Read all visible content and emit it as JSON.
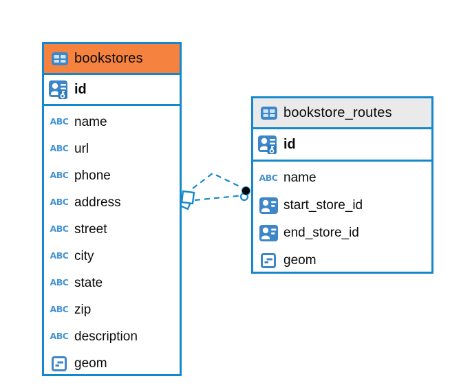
{
  "diagram": {
    "type": "entity-relationship",
    "background": "#ffffff"
  },
  "colors": {
    "table_border": "#1588cb",
    "bookstores_header_bg": "#f5823e",
    "routes_header_bg": "#eaeaea",
    "icon_blue": "#3d87c8",
    "icon_cell_light": "#cfe3f5",
    "abc_text_blue": "#4593d2",
    "relation_line_blue": "#1588cb",
    "relation_dot_black": "#000000",
    "text_color": "#0a0a0a"
  },
  "icons": {
    "text_type_glyph": "ABC"
  },
  "tables": [
    {
      "title": "bookstores",
      "header_style": "orange",
      "keys": [
        {
          "name": "id",
          "type": "pk"
        }
      ],
      "columns": [
        {
          "name": "name",
          "type": "text"
        },
        {
          "name": "url",
          "type": "text"
        },
        {
          "name": "phone",
          "type": "text"
        },
        {
          "name": "address",
          "type": "text"
        },
        {
          "name": "street",
          "type": "text"
        },
        {
          "name": "city",
          "type": "text"
        },
        {
          "name": "state",
          "type": "text"
        },
        {
          "name": "zip",
          "type": "text"
        },
        {
          "name": "description",
          "type": "text"
        },
        {
          "name": "geom",
          "type": "geometry"
        }
      ]
    },
    {
      "title": "bookstore_routes",
      "header_style": "gray",
      "keys": [
        {
          "name": "id",
          "type": "pk"
        }
      ],
      "columns": [
        {
          "name": "name",
          "type": "text"
        },
        {
          "name": "start_store_id",
          "type": "ref"
        },
        {
          "name": "end_store_id",
          "type": "ref"
        },
        {
          "name": "geom",
          "type": "geometry"
        }
      ]
    }
  ],
  "relations": [
    {
      "from_table": "bookstores",
      "to_table": "bookstore_routes",
      "line_style": "dashed"
    },
    {
      "from_table": "bookstores",
      "to_table": "bookstore_routes",
      "line_style": "dashed"
    }
  ]
}
